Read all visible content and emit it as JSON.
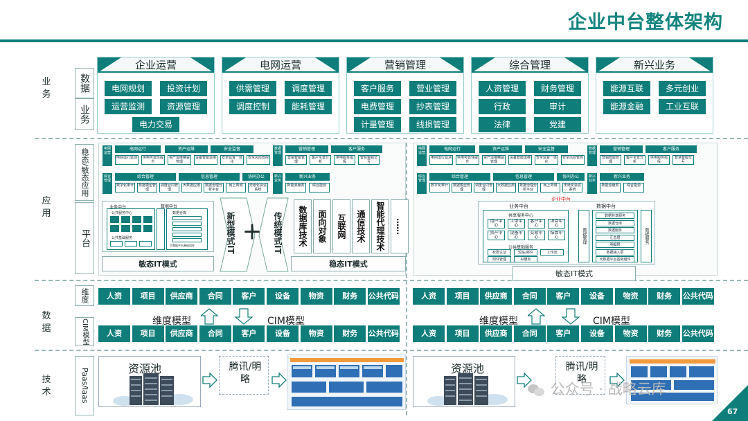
{
  "title": "企业中台整体架构",
  "page_number": "67",
  "sections": {
    "business": "业务",
    "application": "应用",
    "data": "数据",
    "technology": "技术"
  },
  "sublabels": {
    "biz_data": "数据",
    "biz_business": "业务",
    "app_mode": "稳态/敏态应用",
    "app_platform": "平台",
    "data_dimension": "维度",
    "data_cim": "CIM模型",
    "tech_paas": "Paas/Iaas"
  },
  "business_cards": [
    {
      "title": "企业运营",
      "items": [
        "电网规划",
        "投资计划",
        "运营监测",
        "资源管理",
        "电力交易"
      ]
    },
    {
      "title": "电网运营",
      "items": [
        "供需管理",
        "调度管理",
        "调度控制",
        "能耗管理"
      ]
    },
    {
      "title": "营销管理",
      "items": [
        "客户服务",
        "营业管理",
        "电费管理",
        "抄表管理",
        "计量管理",
        "线损管理"
      ]
    },
    {
      "title": "综合管理",
      "items": [
        "人资管理",
        "财务管理",
        "行政",
        "审计",
        "法律",
        "党建"
      ]
    },
    {
      "title": "新兴业务",
      "items": [
        "能源互联",
        "多元创业",
        "能源金融",
        "工业互联"
      ]
    }
  ],
  "app_left": {
    "row1_headers": [
      "电网运行",
      "资产运维",
      "安全监督",
      "营销管理",
      "客户服务"
    ],
    "row1_labels": [
      "电网运营",
      "数据管理"
    ],
    "row1_items": [
      "电网运行监测",
      "供电可靠性提升",
      "资产运维精益管理",
      "设备智能运维",
      "安全监督一体化",
      "安全风险管控",
      "营销智能管理",
      "客户全景分析",
      "供电服务指挥",
      "智慧客服交互"
    ],
    "row2_labels": [
      "综合管理",
      "新兴业务"
    ],
    "row2_headers": [
      "综合管理",
      "信息管理",
      "协同办公",
      "新兴业务"
    ],
    "row2_items": [
      "数字化审计",
      "数据模型管理",
      "调度合同管理",
      "大数据应用",
      "数据治理分析平台",
      "网上商城",
      "无纸化会议系统",
      "新能源服务",
      "综合能源"
    ],
    "platform_labels": [
      "业务中台",
      "数据中台"
    ],
    "platform_sub": [
      "公共服务中心",
      "数据仓库",
      "公共基础服务",
      "大数据平台基础组件"
    ],
    "vertical_cards": [
      "数据库技术",
      "面向对象",
      "互联网",
      "通信技术",
      "智能代理技术",
      "……"
    ],
    "arrow_new": "新型模式IT",
    "plus": "＋",
    "arrow_trad": "传统模式IT",
    "agile_label": "敏态IT模式",
    "stable_label": "稳态IT模式"
  },
  "app_right": {
    "row1_headers": [
      "电网运行",
      "资产运维",
      "安全监督",
      "营销管理",
      "客户服务"
    ],
    "row1_labels": [
      "电网运营",
      "数据管理"
    ],
    "row1_items": [
      "电网运行监测",
      "供电可靠性提升",
      "资产运维精益管理",
      "设备智能运维",
      "安全监督一体化",
      "安全风险管控",
      "营销智能管理",
      "客户全景分析",
      "供电服务指挥",
      "智慧客服交互"
    ],
    "row2_labels": [
      "综合管理",
      "新兴业务"
    ],
    "row2_headers": [
      "综合管理",
      "信息管理",
      "协同办公",
      "新兴业务"
    ],
    "row2_items": [
      "数字化审计",
      "数据模型管理",
      "调度合同管理",
      "大数据应用",
      "数据治理分析平台",
      "网上商城",
      "无纸化会议系统",
      "新能源服务",
      "综合能源"
    ],
    "red_label": "企业中台",
    "business_platform": "业务中台",
    "shared_center": "共享服务中心",
    "center_items": [
      "用户中心",
      "工单中心",
      "客户中心",
      "项目中心",
      "资产中心",
      "设备中心",
      "交易中心",
      "结算中心"
    ],
    "public_services": "公共基础服务",
    "public_items": [
      "权限认证",
      "短信/邮件",
      "工作流",
      "附件管理",
      "AI服务"
    ],
    "data_platform": "数据中台",
    "data_items": [
      "数据共享服务",
      "数据仓库",
      "数据服务",
      "汇总层",
      "明细层",
      "数据接入层",
      "大数据平台基础组件"
    ],
    "data_side_labels": [
      "数据管理",
      "数据服务"
    ],
    "agile_label": "敏态IT模式"
  },
  "data_row": [
    "人资",
    "项目",
    "供应商",
    "合同",
    "客户",
    "设备",
    "物资",
    "财务",
    "公共代码"
  ],
  "dimension_model": "维度模型",
  "cim_model": "CIM模型",
  "tech": {
    "resource_pool": "资源池",
    "vendor": "腾讯/明略"
  },
  "watermark": "公众号 · 战略云库",
  "colors": {
    "accent": "#0f7e7b",
    "title": "#14847f",
    "red": "#e2231a"
  }
}
